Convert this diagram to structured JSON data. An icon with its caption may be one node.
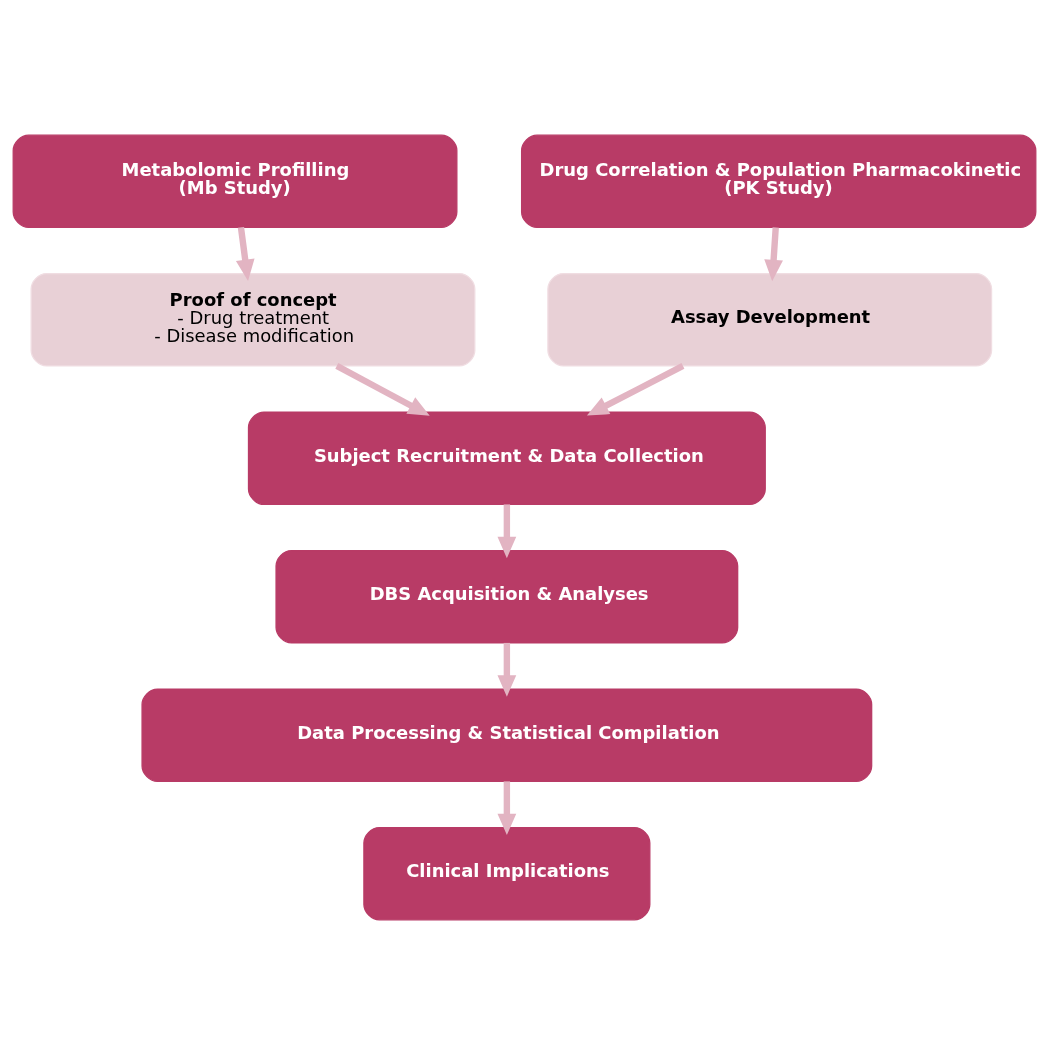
{
  "diagram": {
    "nodes": [
      {
        "text": [
          "Metabolomic Profilling",
          "(Mb Study)"
        ]
      },
      {
        "text": [
          "Drug Correlation & Population Pharmacokinetic",
          "(PK Study)"
        ]
      },
      {
        "text": [
          "Proof of concept",
          "- Drug treatment",
          "- Disease modification"
        ]
      },
      {
        "text": [
          "Assay Development"
        ]
      },
      {
        "text": [
          "Subject Recruitment & Data Collection"
        ]
      },
      {
        "text": [
          "DBS Acquisition & Analyses"
        ]
      },
      {
        "text": [
          "Data Processing & Statistical Compilation"
        ]
      },
      {
        "text": [
          "Clinical Implications"
        ]
      }
    ],
    "edges": [
      {
        "from": 0,
        "to": 2,
        "arrow": "to"
      },
      {
        "from": 1,
        "to": 3,
        "arrow": "to"
      },
      {
        "from": 2,
        "to": 4,
        "arrow": "to"
      },
      {
        "from": 3,
        "to": 4,
        "arrow": "to"
      },
      {
        "from": 4,
        "to": 5,
        "arrow": "to"
      },
      {
        "from": 5,
        "to": 6,
        "arrow": "to"
      },
      {
        "from": 6,
        "to": 7,
        "arrow": "to"
      }
    ]
  }
}
